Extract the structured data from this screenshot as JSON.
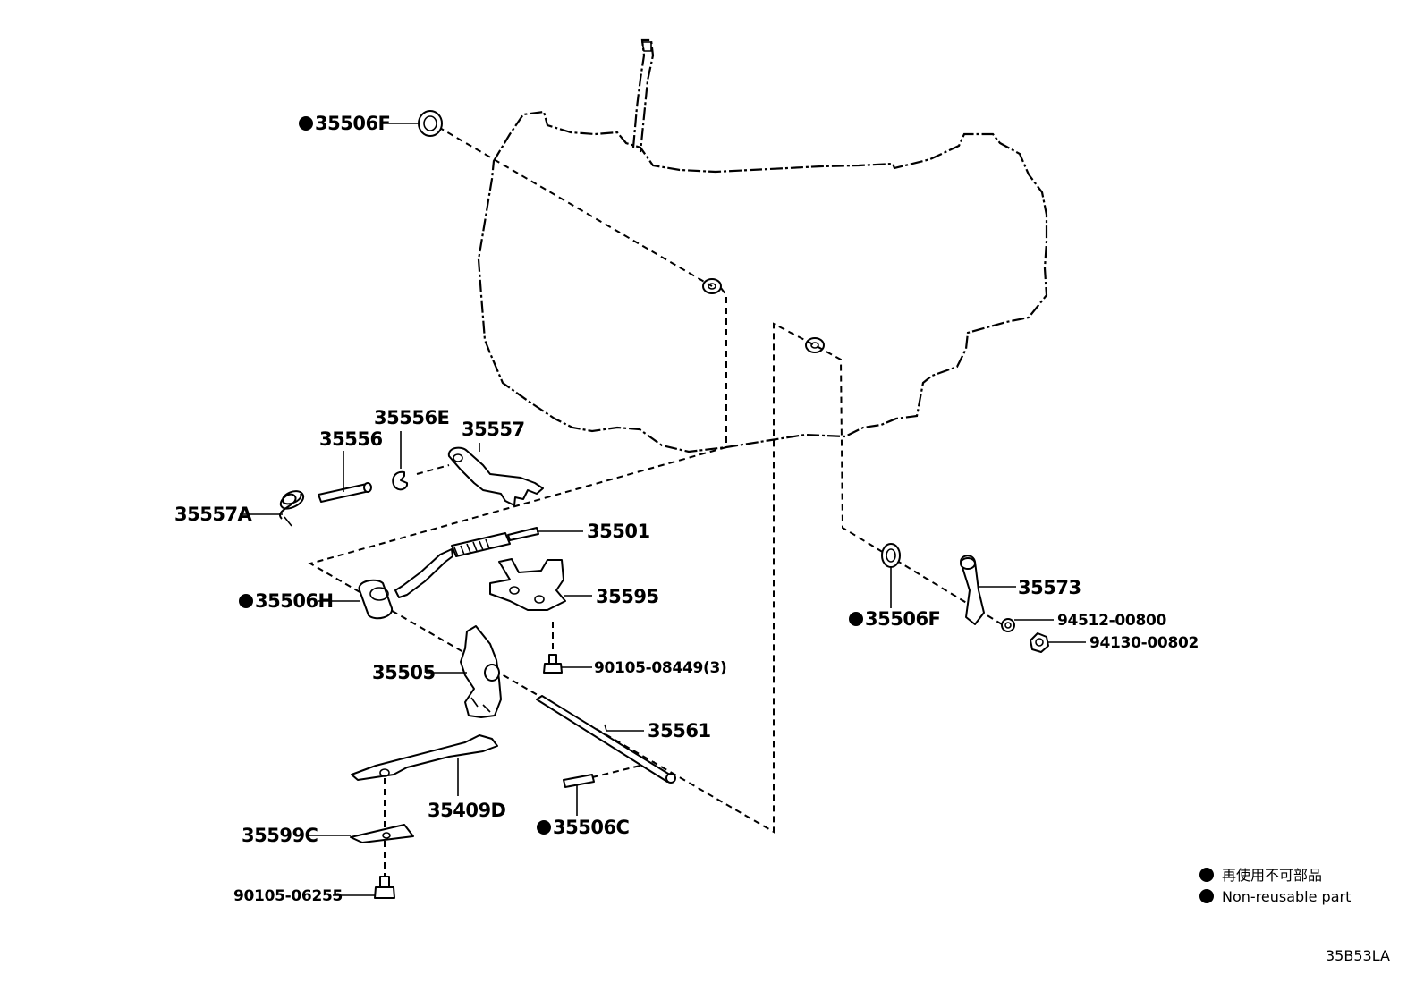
{
  "parts": {
    "p35506F_top": "35506F",
    "p35506F_right": "35506F",
    "p35506H": "35506H",
    "p35506C": "35506C",
    "p35556E": "35556E",
    "p35556": "35556",
    "p35557": "35557",
    "p35557A": "35557A",
    "p35501": "35501",
    "p35595": "35595",
    "p90105_08449": "90105-08449(3)",
    "p35505": "35505",
    "p35561": "35561",
    "p35409D": "35409D",
    "p35599C": "35599C",
    "p90105_06255": "90105-06255",
    "p35573": "35573",
    "p94512_00800": "94512-00800",
    "p94130_00802": "94130-00802"
  },
  "marker": "●",
  "legend": {
    "line_jp": "再使用不可部品",
    "line_en": "Non-reusable part"
  },
  "illustration_code": "35B53LA"
}
